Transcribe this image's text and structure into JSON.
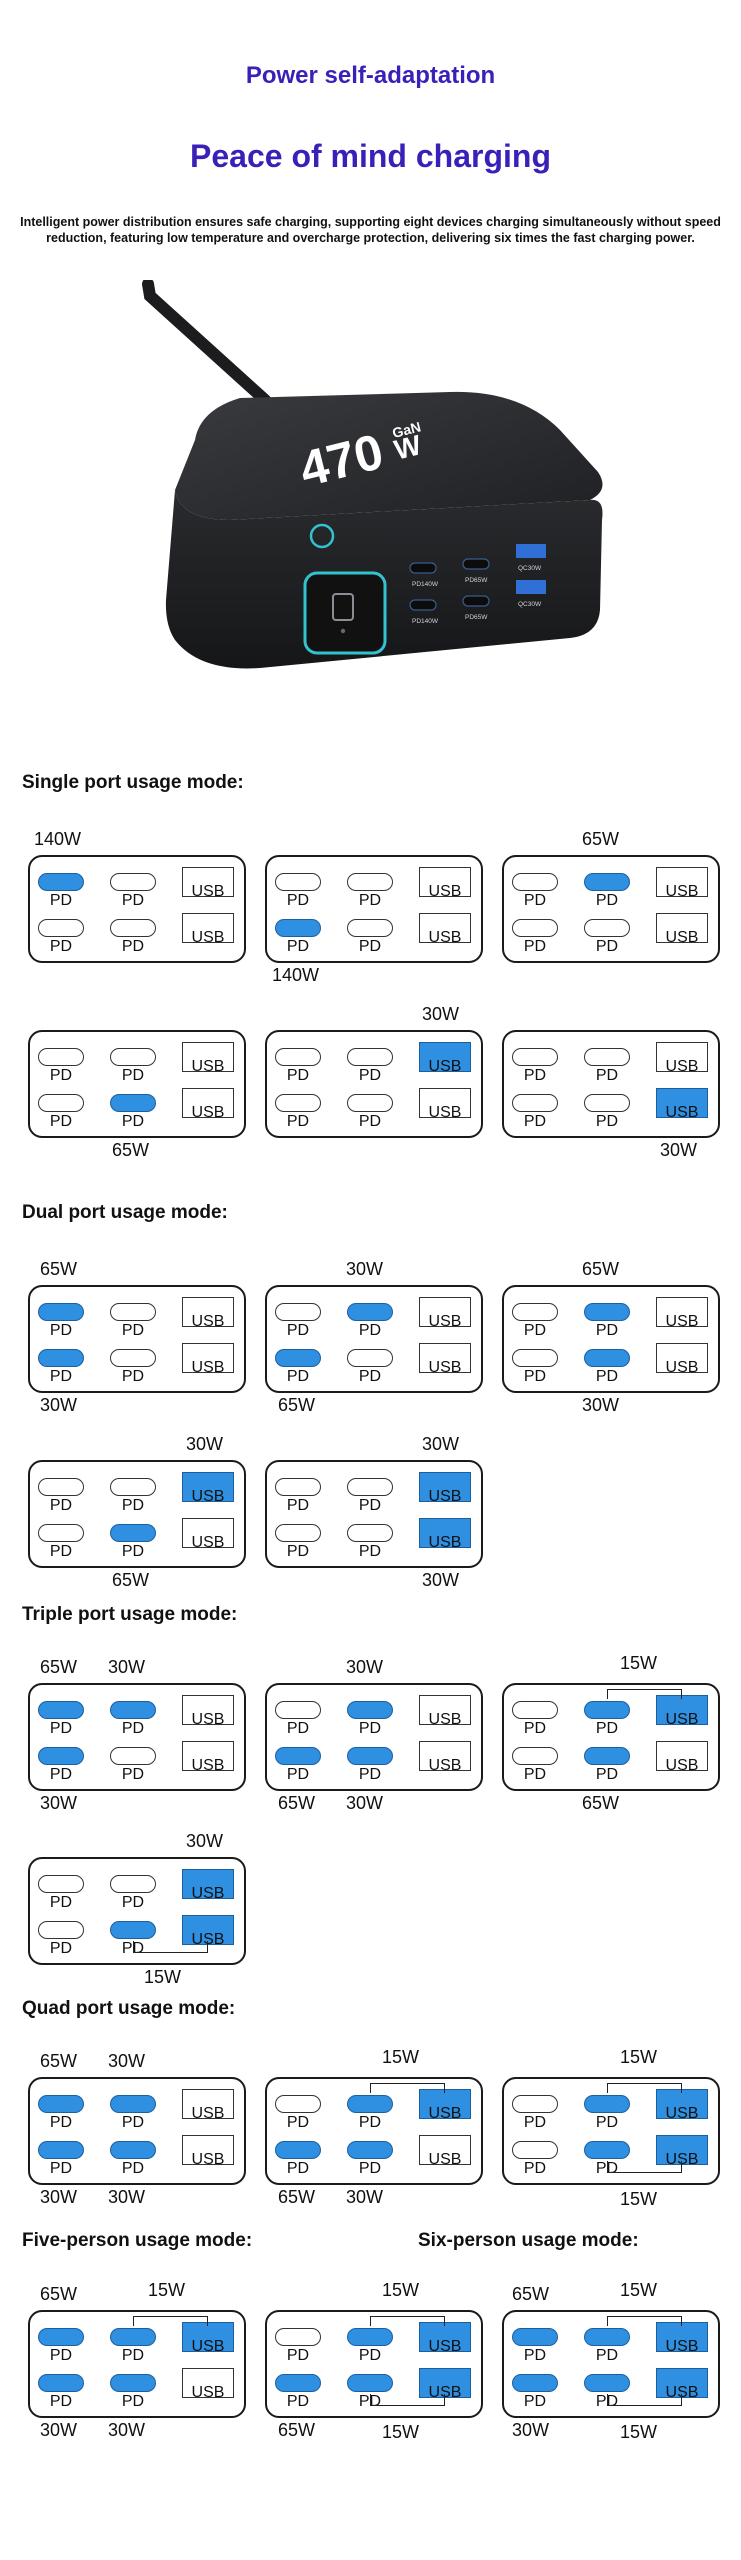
{
  "header": {
    "title": "Power self-adaptation",
    "subtitle": "Peace of mind charging",
    "description": "Intelligent power distribution ensures safe charging, supporting eight devices charging simultaneously without speed reduction, featuring low temperature and overcharge protection, delivering six times the fast charging power."
  },
  "device": {
    "brand": "470",
    "brand_sup": "GaN",
    "brand_unit": "W",
    "port_labels": [
      "PD140W",
      "PD65W",
      "QC30W",
      "PD140W",
      "PD65W",
      "QC30W"
    ],
    "colors": {
      "body": "#2b2c2f",
      "accent_ring": "#33c2cf",
      "usb_blue": "#2f6fd6"
    }
  },
  "labels": {
    "pd": "PD",
    "usb": "USB"
  },
  "colors": {
    "active_port": "#2f8fe0",
    "heading": "#3a1fb8"
  },
  "sections": {
    "single": "Single port usage mode:",
    "dual": "Dual port usage mode:",
    "triple": "Triple port usage mode:",
    "quad": "Quad port usage mode:",
    "five": "Five-person usage mode:",
    "six": "Six-person usage mode:"
  },
  "watts": {
    "s1": "140W",
    "s2": "140W",
    "s3": "65W",
    "s4": "65W",
    "s5": "30W",
    "s6": "30W",
    "d1a": "65W",
    "d1b": "30W",
    "d2a": "30W",
    "d2b": "65W",
    "d3a": "65W",
    "d3b": "30W",
    "d4a": "30W",
    "d4b": "65W",
    "d5a": "30W",
    "d5b": "30W",
    "t1a": "65W",
    "t1b": "30W",
    "t1c": "30W",
    "t2a": "30W",
    "t2b": "65W",
    "t2c": "30W",
    "t3a": "15W",
    "t3b": "65W",
    "t4a": "30W",
    "t4b": "15W",
    "q1a": "65W",
    "q1b": "30W",
    "q1c": "30W",
    "q1d": "30W",
    "q2a": "15W",
    "q2b": "65W",
    "q2c": "30W",
    "q3a": "15W",
    "q3b": "15W",
    "f1a": "65W",
    "f1b": "15W",
    "f1c": "30W",
    "f1d": "30W",
    "x1a": "15W",
    "x1b": "65W",
    "x1c": "15W",
    "x2a": "65W",
    "x2b": "15W",
    "x2c": "30W",
    "x2d": "15W"
  }
}
